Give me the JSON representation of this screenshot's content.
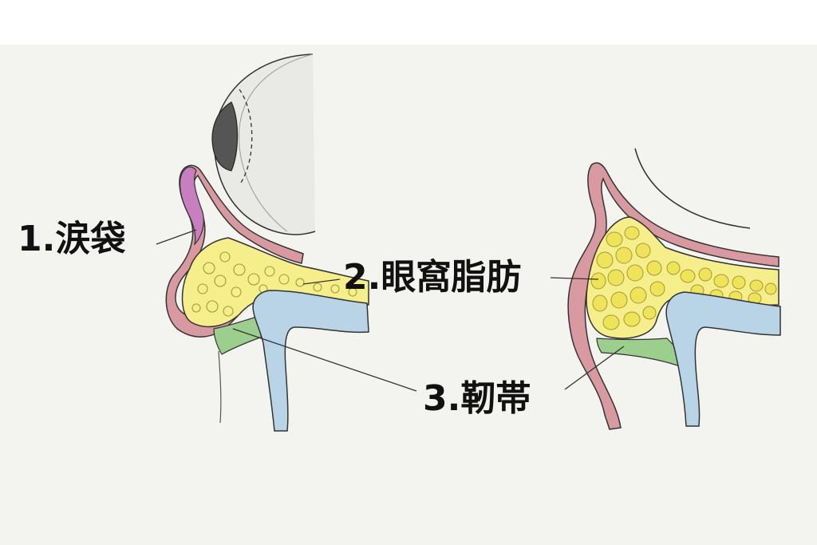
{
  "labels": {
    "tear_trough": "1.涙袋",
    "orbital_fat": "2.眼窩脂肪",
    "ligament": "3.靭帯"
  },
  "colors": {
    "background": "#f3f3ef",
    "skin_muscle": "#d89aa0",
    "tear_trough": "#c77fc0",
    "fat": "#f5ee8a",
    "fat_lobule": "#efe35a",
    "ligament": "#9ccf8e",
    "bone": "#b9d4e6",
    "outline": "#333333"
  }
}
